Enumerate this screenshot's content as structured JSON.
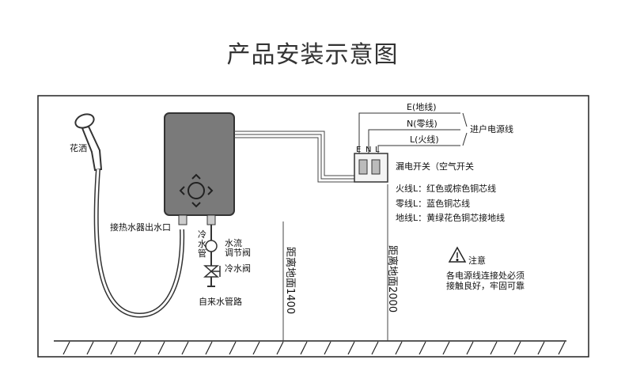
{
  "title": "产品安装示意图",
  "labels": {
    "shower": "花洒",
    "outlet": "接热水器出水口",
    "cold_pipe": "冷水管",
    "flow_valve_1": "水流",
    "flow_valve_2": "调节阀",
    "cold_valve": "冷水阀",
    "tap_pipe": "自来水管路",
    "height_1400": "距离地面1400",
    "height_2000": "距离地面2000",
    "earth": "E(地线)",
    "neutral": "N(零线)",
    "live": "L(火线)",
    "incoming": "进户电源线",
    "terminal_e": "E",
    "terminal_n": "N",
    "terminal_l": "L",
    "breaker": "漏电开关（空气开关",
    "live_wire": "火线L：红色或棕色铜芯线",
    "neutral_wire": "零线L：蓝色铜芯线",
    "earth_wire": "地线L：黄绿花色铜芯接地线",
    "notice_title": "注意",
    "notice_body_1": "各电源线连接处必须",
    "notice_body_2": "接触良好，牢固可靠"
  }
}
